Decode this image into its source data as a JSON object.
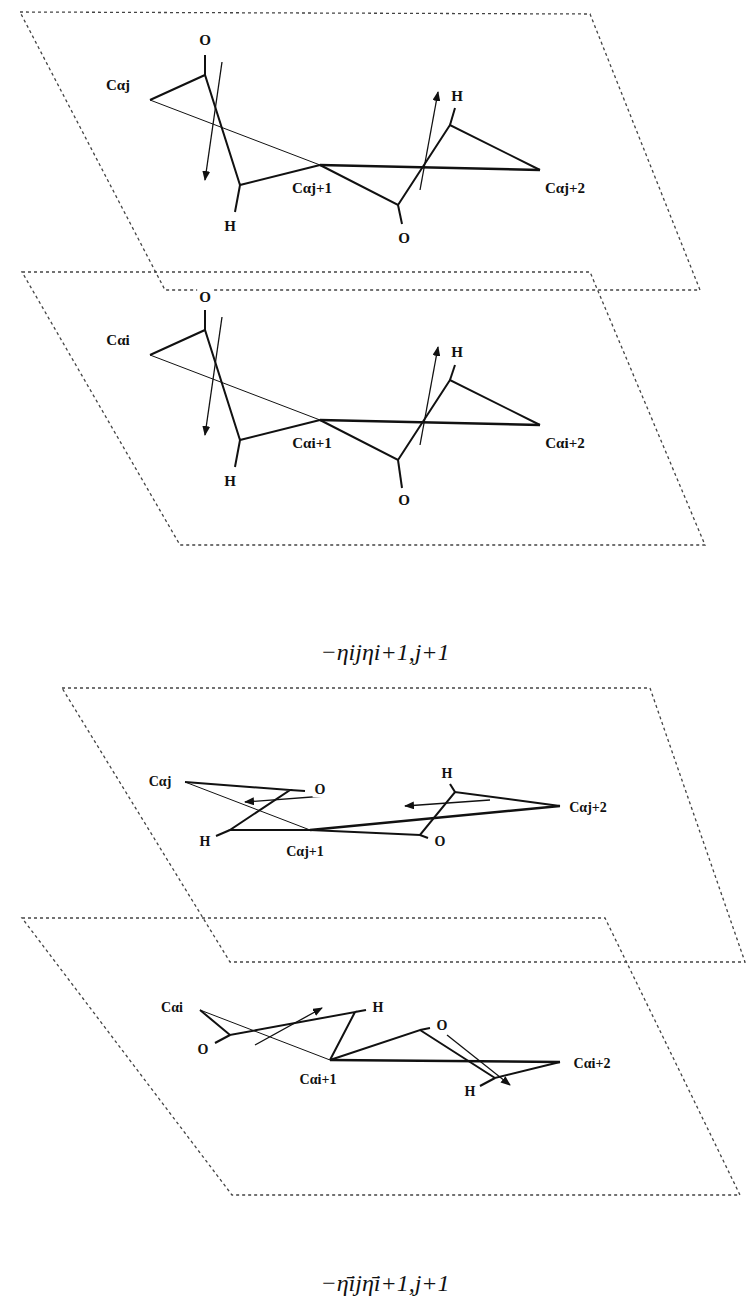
{
  "diagram": {
    "labels": [
      "O",
      "Cαj",
      "H",
      "Cαj+1",
      "H",
      "Cαj+2",
      "O",
      "O",
      "Cαi",
      "H",
      "Cαi+1",
      "H",
      "Cαi+2",
      "O",
      "−ηijηi+1,j+1",
      "Cαj",
      "O",
      "H",
      "Cαj+1",
      "H",
      "Cαj+2",
      "O",
      "Cαi",
      "O",
      "H",
      "Cαi+1",
      "O",
      "H",
      "Cαi+2",
      "−η̄ijη̄i+1,j+1"
    ]
  }
}
